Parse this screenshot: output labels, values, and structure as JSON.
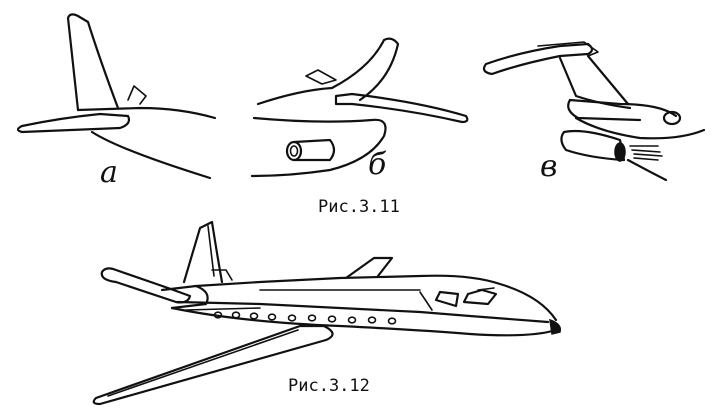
{
  "figure_3_11": {
    "caption": "Рис.3.11",
    "variants": [
      {
        "letter": "а"
      },
      {
        "letter": "б"
      },
      {
        "letter": "в"
      }
    ]
  },
  "figure_3_12": {
    "caption": "Рис.3.12"
  }
}
